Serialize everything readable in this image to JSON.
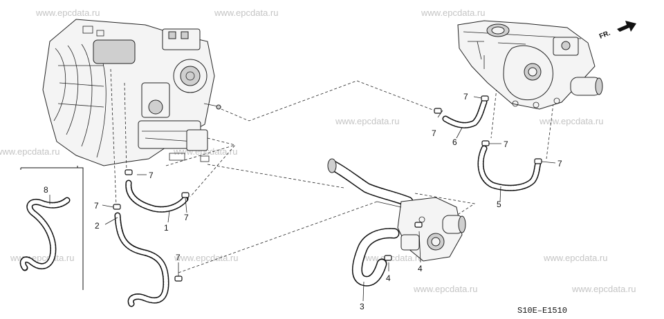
{
  "watermark": {
    "text": "www.epcdata.ru"
  },
  "diagram_code": "S10E–E1510",
  "direction_label": "FR.",
  "callouts": {
    "c1": "1",
    "c2": "2",
    "c3": "3",
    "c4a": "4",
    "c4b": "4",
    "c5": "5",
    "c6": "6",
    "c8": "8",
    "c7a": "7",
    "c7b": "7",
    "c7c": "7",
    "c7d": "7",
    "c7e": "7",
    "c7f": "7",
    "c7g": "7",
    "c7h": "7"
  },
  "icons": {
    "arrow": "direction-arrow-icon",
    "clip": "hose-clamp-icon"
  }
}
